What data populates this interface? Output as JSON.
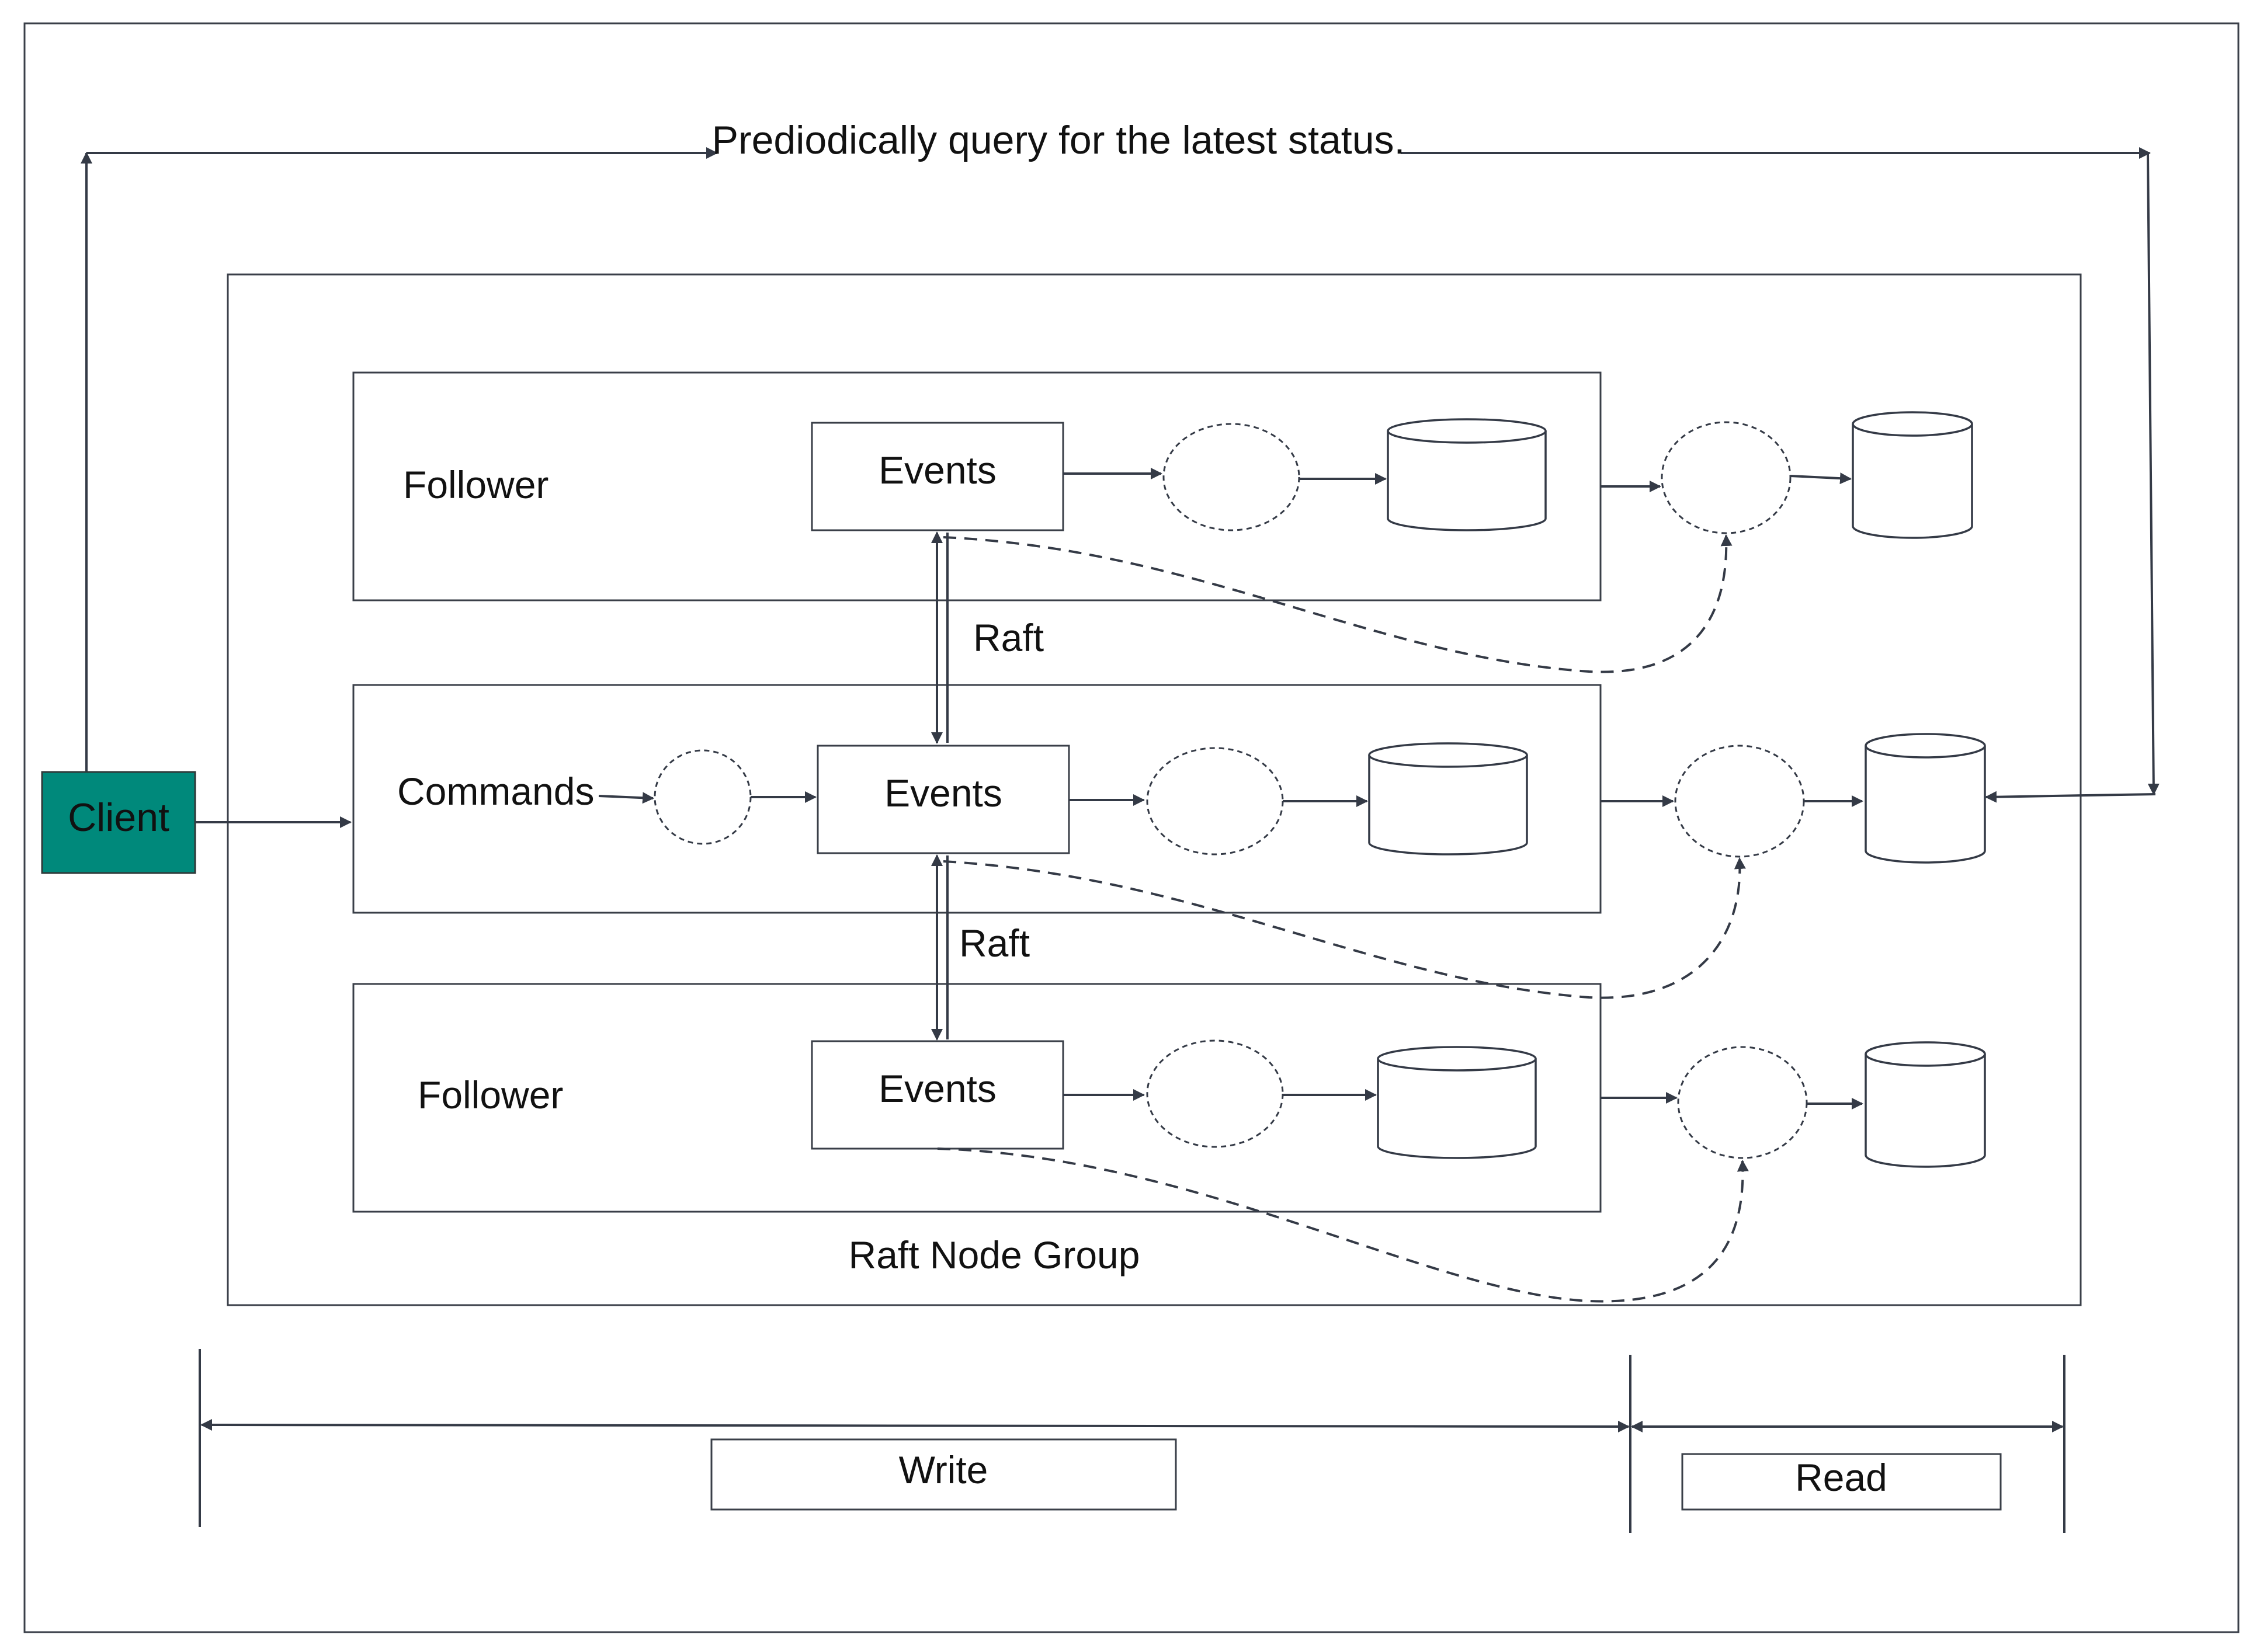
{
  "query_label": "Prediodically query for the latest status.",
  "client_label": "Client",
  "group_label": "Raft Node Group",
  "nodes": [
    {
      "role": "Follower",
      "events_label": "Events"
    },
    {
      "role": "Commands",
      "events_label": "Events"
    },
    {
      "role": "Follower",
      "events_label": "Events"
    }
  ],
  "raft_labels": [
    "Raft",
    "Raft"
  ],
  "write_label": "Write",
  "read_label": "Read",
  "colors": {
    "client_fill": "#00897b",
    "stroke": "#343a46"
  }
}
